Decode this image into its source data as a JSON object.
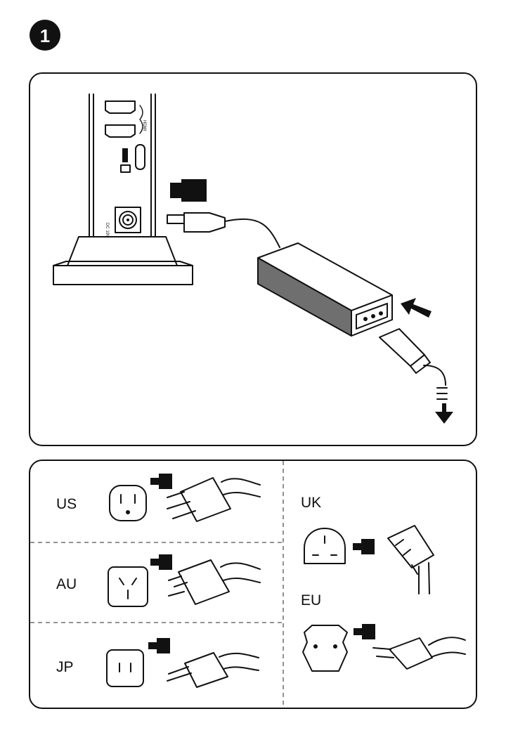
{
  "step": {
    "number": "1"
  },
  "plugs": {
    "us": "US",
    "au": "AU",
    "jp": "JP",
    "uk": "UK",
    "eu": "EU"
  },
  "device": {
    "hdmi_text": "HDMI",
    "dc_text": "DC 19V"
  },
  "colors": {
    "ink": "#111111",
    "adapter_gray": "#6f6f6f",
    "background": "#ffffff"
  }
}
